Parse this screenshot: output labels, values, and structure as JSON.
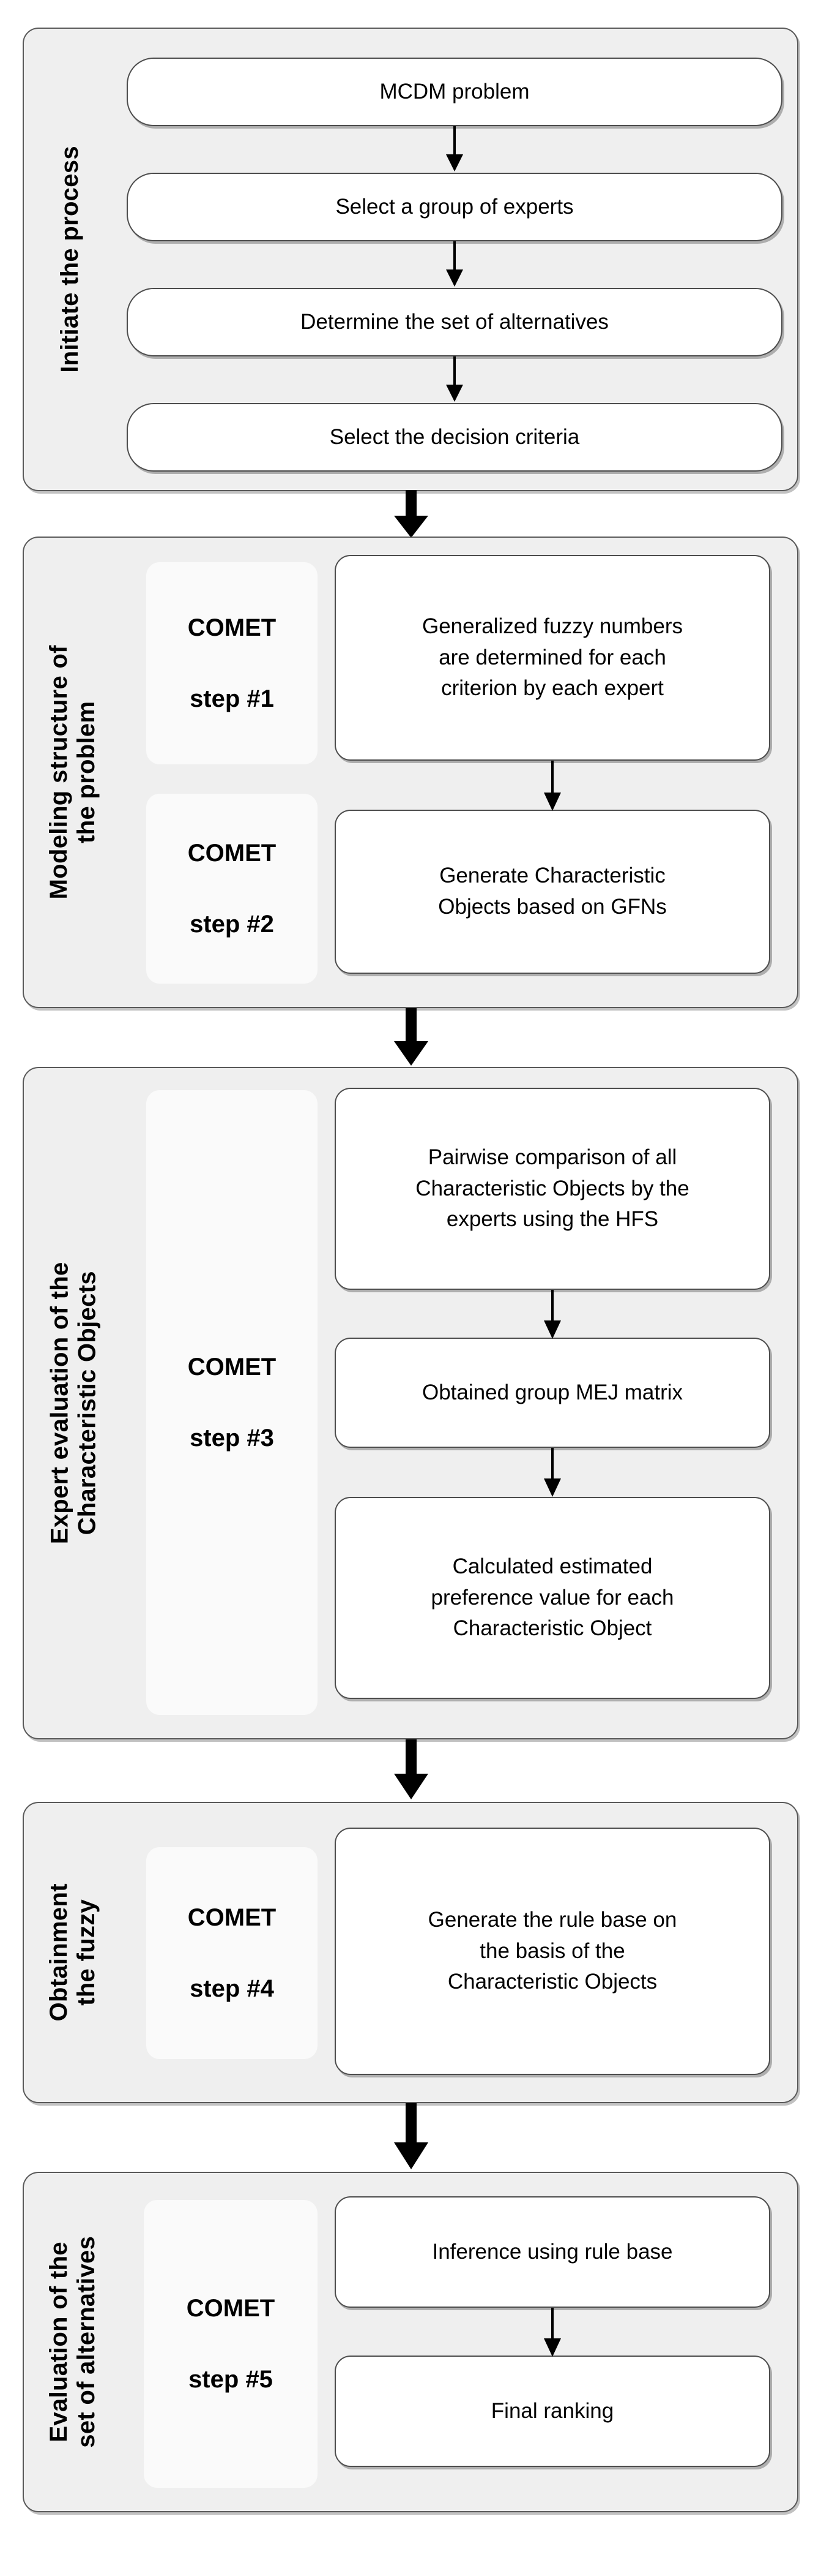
{
  "diagram": {
    "title": "COMET method procedure flowchart",
    "palette": {
      "panel_bg": "#efefef",
      "panel_border": "#5a5a5a",
      "node_bg": "#ffffff",
      "node_border": "#4d4d4d",
      "step_box_bg": "#fafafa",
      "arrow": "#000000",
      "page_bg": "#ffffff"
    }
  },
  "sections": [
    {
      "id": "initiate",
      "lane_label": "Initiate the process",
      "step_label": null,
      "nodes": [
        {
          "text": "MCDM problem"
        },
        {
          "text": "Select a group of experts"
        },
        {
          "text": "Determine the set of alternatives"
        },
        {
          "text": "Select the decision criteria"
        }
      ]
    },
    {
      "id": "modeling",
      "lane_label": "Modeling structure of\nthe problem",
      "groups": [
        {
          "step_label": "COMET\n\nstep #1",
          "step_name": "COMET step #1",
          "nodes": [
            {
              "text": "Generalized fuzzy numbers\nare determined for each\ncriterion by each expert"
            }
          ]
        },
        {
          "step_label": "COMET\n\nstep #2",
          "step_name": "COMET step #2",
          "nodes": [
            {
              "text": "Generate Characteristic\nObjects based on GFNs"
            }
          ]
        }
      ]
    },
    {
      "id": "expert-evaluation",
      "lane_label": "Expert evaluation of the\nCharacteristic Objects",
      "groups": [
        {
          "step_label": "COMET\n\nstep #3",
          "step_name": "COMET step #3",
          "nodes": [
            {
              "text": "Pairwise comparison of all\nCharacteristic Objects by the\nexperts using the HFS"
            },
            {
              "text": "Obtained group MEJ matrix"
            },
            {
              "text": "Calculated estimated\npreference value for each\nCharacteristic Object"
            }
          ]
        }
      ]
    },
    {
      "id": "obtainment",
      "lane_label": "Obtainment\nthe fuzzy",
      "groups": [
        {
          "step_label": "COMET\n\nstep #4",
          "step_name": "COMET step #4",
          "nodes": [
            {
              "text": "Generate the rule base on\nthe basis of the\nCharacteristic Objects"
            }
          ]
        }
      ]
    },
    {
      "id": "evaluation",
      "lane_label": "Evaluation of the\nset of alternatives",
      "groups": [
        {
          "step_label": "COMET\n\nstep #5",
          "step_name": "COMET step #5",
          "nodes": [
            {
              "text": "Inference using rule base"
            },
            {
              "text": "Final ranking"
            }
          ]
        }
      ]
    }
  ],
  "connectors": {
    "inter_section": [
      {
        "from": "initiate",
        "to": "modeling"
      },
      {
        "from": "modeling",
        "to": "expert-evaluation"
      },
      {
        "from": "expert-evaluation",
        "to": "obtainment"
      },
      {
        "from": "obtainment",
        "to": "evaluation"
      }
    ],
    "intra_section_count": 9
  }
}
